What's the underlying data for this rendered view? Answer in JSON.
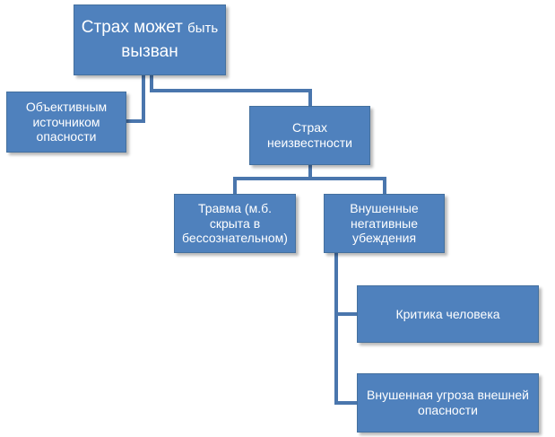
{
  "root": {
    "line1_large": "Страх может",
    "line1_small": "быть",
    "line2": "вызван"
  },
  "nodes": {
    "objective": "Объективным источником опасности",
    "unknown": "Страх неизвестности",
    "trauma": "Травма (м.б. скрыта в бессознательном)",
    "beliefs": "Внушенные негативные убеждения",
    "criticism": "Критика человека",
    "threat": "Внушенная угроза внешней опасности"
  },
  "colors": {
    "node_fill": "#4f81bd",
    "connector": "#4a76ad",
    "text": "#ffffff"
  }
}
